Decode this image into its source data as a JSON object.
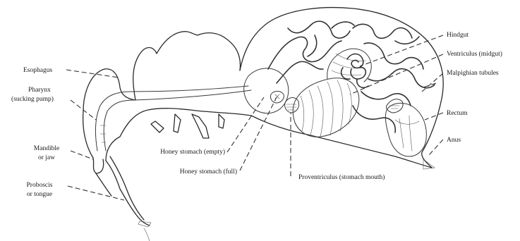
{
  "labels": {
    "hindgut": "Hindgut",
    "ventriculus": "Ventriculus (midgut)",
    "malpighian": "Malpighian tubules",
    "rectum": "Rectum",
    "anus": "Anus",
    "esophagus": "Esophagus",
    "pharynx_1": "Pharynx",
    "pharynx_2": "(sucking pump)",
    "mandible_1": "Mandible",
    "mandible_2": "or jaw",
    "proboscis_1": "Proboscis",
    "proboscis_2": "or tongue",
    "honey_empty": "Honey stomach (empty)",
    "honey_full": "Honey stomach (full)",
    "proventriculus": "Proventriculus (stomach mouth)"
  }
}
